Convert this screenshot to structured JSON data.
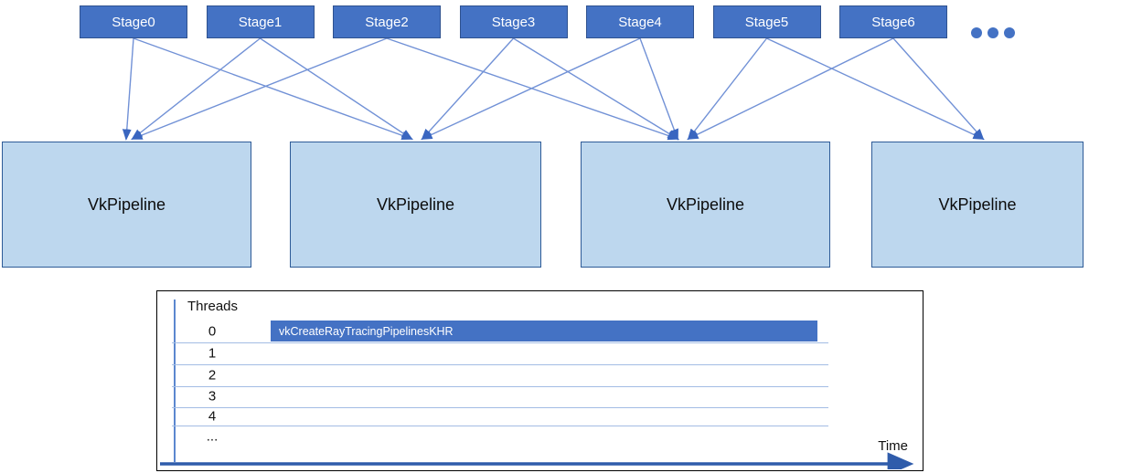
{
  "diagram": {
    "stages": [
      "Stage0",
      "Stage1",
      "Stage2",
      "Stage3",
      "Stage4",
      "Stage5",
      "Stage6"
    ],
    "pipelines": [
      "VkPipeline",
      "VkPipeline",
      "VkPipeline",
      "VkPipeline"
    ],
    "connections": [
      [
        0,
        0
      ],
      [
        0,
        1
      ],
      [
        1,
        0
      ],
      [
        1,
        1
      ],
      [
        2,
        0
      ],
      [
        2,
        2
      ],
      [
        3,
        1
      ],
      [
        3,
        2
      ],
      [
        4,
        1
      ],
      [
        4,
        2
      ],
      [
        5,
        2
      ],
      [
        5,
        3
      ],
      [
        6,
        2
      ],
      [
        6,
        3
      ]
    ],
    "icons": {
      "more_stages": "three-dots-ellipsis"
    }
  },
  "timeline": {
    "header": "Threads",
    "rows": [
      "0",
      "1",
      "2",
      "3",
      "4",
      "..."
    ],
    "bars": [
      {
        "row": "0",
        "label": "vkCreateRayTracingPipelinesKHR"
      }
    ],
    "axis_label": "Time"
  },
  "colors": {
    "stage_fill": "#4472C4",
    "stage_border": "#2F528F",
    "pipeline_fill": "#BDD7EE",
    "pipeline_border": "#2E5B97",
    "connector": "#7191D6",
    "arrowhead": "#3A66C0",
    "grid_line": "#A3BCE4",
    "axis_line": "#5B87CF",
    "bar_fill": "#4472C4",
    "time_axis": "#2F5CAB"
  }
}
